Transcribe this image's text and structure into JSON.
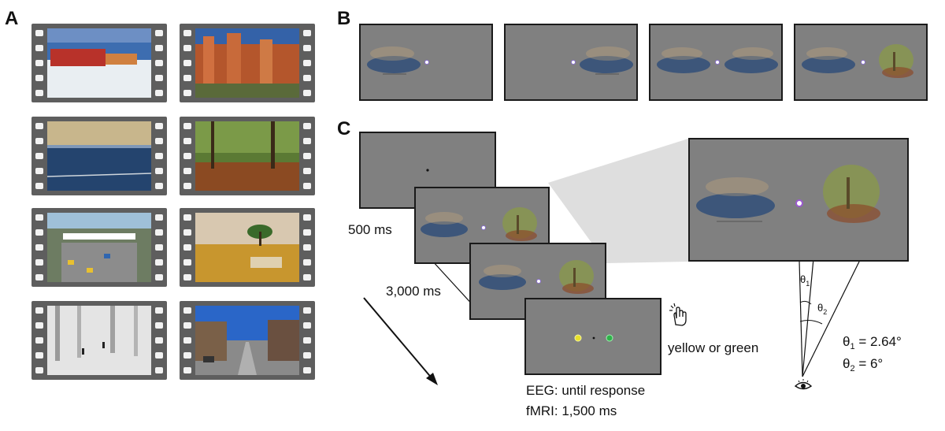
{
  "panels": {
    "a": "A",
    "b": "B",
    "c": "C"
  },
  "panel_a": {
    "scenes": [
      "train-scene",
      "canyon-scene",
      "ocean-scene",
      "forest-scene",
      "tollgate-scene",
      "savanna-scene",
      "snow-scene",
      "street-scene"
    ]
  },
  "panel_c": {
    "t_fixation": "500 ms",
    "t_stimulus": "3,000 ms",
    "response_colors": "yellow or green",
    "eeg_timing": "EEG: until response",
    "fmri_timing": "fMRI: 1,500 ms",
    "theta1_label": "θ",
    "theta1_sub": "1",
    "theta2_label": "θ",
    "theta2_sub": "2",
    "eq1_lhs": "θ",
    "eq1_sub": "1",
    "eq1_rhs": " = 2.64°",
    "eq2_lhs": "θ",
    "eq2_sub": "2",
    "eq2_rhs": " = 6°"
  },
  "colors": {
    "screen_gray": "#808080",
    "film_gray": "#5e5e5e",
    "yellow_dot": "#e8e02a",
    "green_dot": "#2fb24a",
    "fixation_purple": "#9b59d0"
  }
}
